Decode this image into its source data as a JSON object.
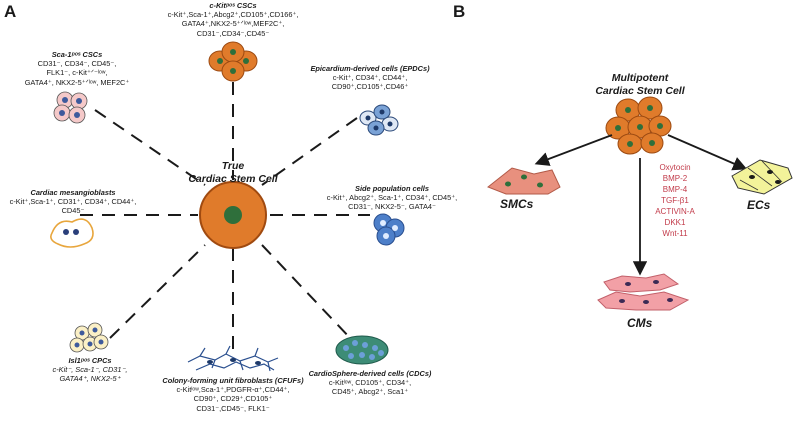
{
  "panels": {
    "a": "A",
    "b": "B"
  },
  "center": {
    "line1": "True",
    "line2": "Cardiac Stem Cell"
  },
  "ckit": {
    "title": "c-Kitᵖᵒˢ CSCs",
    "lines": [
      "c-Kit⁺,Sca-1⁺,Abcg2⁺,CD105⁺,CD166⁺,",
      "GATA4⁺,NKX2-5⁺ᐟˡᵒʷ,MEF2C⁺,",
      "CD31⁻,CD34⁻,CD45⁻"
    ]
  },
  "sca1": {
    "title": "Sca-1ᵖᵒˢ CSCs",
    "lines": [
      "CD31⁻, CD34⁻, CD45⁻,",
      "FLK1⁻, c-Kit⁺ᐟ⁻ˡᵒʷ,",
      "GATA4⁺, NKX2-5⁺ᐟˡᵒʷ, MEF2C⁺"
    ]
  },
  "epdc": {
    "title": "Epicardium-derived cells (EPDCs)",
    "lines": [
      "c-Kit⁺, CD34⁺, CD44⁺,",
      "CD90⁺,CD105⁺,CD46⁺"
    ]
  },
  "meso": {
    "title": "Cardiac mesangioblasts",
    "lines": [
      "c-Kit⁺,Sca-1⁺, CD31⁺, CD34⁺, CD44⁺,",
      "CD45⁻"
    ]
  },
  "sp": {
    "title": "Side population cells",
    "lines": [
      "c-Kit⁺, Abcg2⁺, Sca-1⁺, CD34⁺, CD45⁺,",
      "CD31⁻, NKX2-5⁻, GATA4⁻"
    ]
  },
  "isl1": {
    "title": "Isl1ᵖᵒˢ CPCs",
    "lines": [
      "c-Kit⁻, Sca-1⁻, CD31⁻,",
      "GATA4⁺, NKX2-5⁺"
    ]
  },
  "cdc": {
    "title": "CardioSphere-derived cells (CDCs)",
    "lines": [
      "c-Kitˡᵒʷ, CD105⁺, CD34⁺,",
      "CD45⁺, Abcg2⁺, Sca1⁺"
    ]
  },
  "cfuf": {
    "title": "Colony-forming unit fibroblasts (CFUFs)",
    "lines": [
      "c-Kitˡᵒʷ,Sca-1⁺,PDGFR-α⁺,CD44⁺,",
      "CD90⁺, CD29⁺,CD105⁺",
      "CD31⁻,CD45⁻, FLK1⁻"
    ]
  },
  "multipotent": {
    "line1": "Multipotent",
    "line2": "Cardiac Stem Cell"
  },
  "smc": "SMCs",
  "ec": "ECs",
  "cm": "CMs",
  "factors": [
    "Oxytocin",
    "BMP-2",
    "BMP-4",
    "TGF-β1",
    "ACTIVIN-A",
    "DKK1",
    "Wnt-11"
  ],
  "colors": {
    "orange": "#e07b2b",
    "factor_text": "#c23b4a",
    "smc_fill": "#e8907e",
    "ec_fill": "#f3f39a",
    "cm_fill": "#f2a0a6",
    "epdc_fill": "#7aa2d6",
    "sp_fill": "#4d7fc9",
    "cdc_fill": "#3d8c76",
    "meso_outline": "#e8a63d"
  }
}
